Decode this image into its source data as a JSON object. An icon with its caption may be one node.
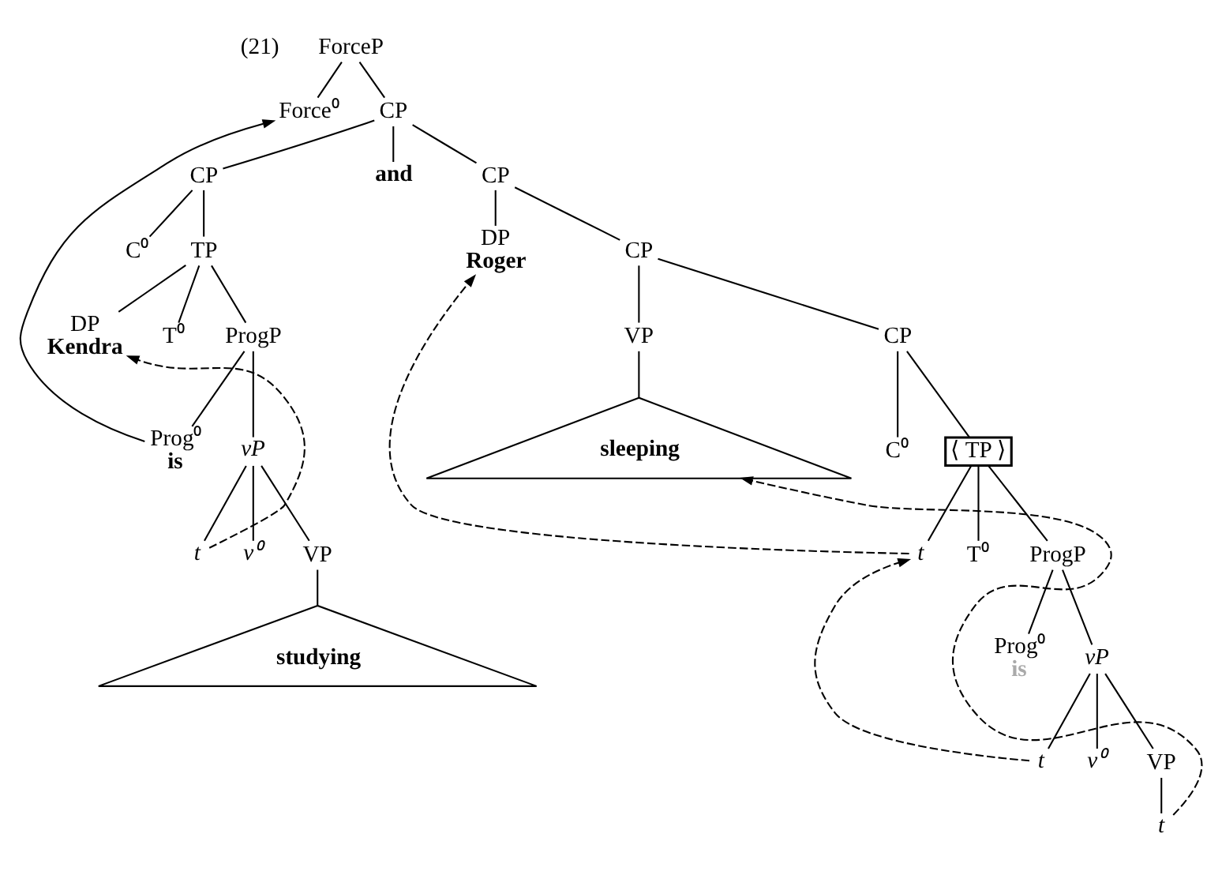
{
  "diagram": {
    "nodes": [
      {
        "text": [
          "ForceP"
        ]
      },
      {
        "text": [
          "Force⁰"
        ]
      },
      {
        "text": [
          "CP"
        ]
      },
      {
        "text": [
          "CP"
        ]
      },
      {
        "text": [
          "and"
        ]
      },
      {
        "text": [
          "CP"
        ]
      },
      {
        "text": [
          "C⁰"
        ]
      },
      {
        "text": [
          "TP"
        ]
      },
      {
        "text": [
          "DP",
          "Kendra"
        ]
      },
      {
        "text": [
          "T⁰"
        ]
      },
      {
        "text": [
          "ProgP"
        ]
      },
      {
        "text": [
          "Prog⁰",
          "is"
        ]
      },
      {
        "text": [
          "vP"
        ]
      },
      {
        "text": [
          "t"
        ]
      },
      {
        "text": [
          "v⁰"
        ]
      },
      {
        "text": [
          "VP"
        ]
      },
      {
        "text": [
          "studying"
        ]
      },
      {
        "text": [
          "DP",
          "Roger"
        ]
      },
      {
        "text": [
          "CP"
        ]
      },
      {
        "text": [
          "VP"
        ]
      },
      {
        "text": [
          "sleeping"
        ]
      },
      {
        "text": [
          "CP"
        ]
      },
      {
        "text": [
          "C⁰"
        ]
      },
      {
        "text": [
          "⟨ TP ⟩"
        ]
      },
      {
        "text": [
          "t"
        ]
      },
      {
        "text": [
          "T⁰"
        ]
      },
      {
        "text": [
          "ProgP"
        ]
      },
      {
        "text": [
          "Prog⁰",
          "is"
        ]
      },
      {
        "text": [
          "vP"
        ]
      },
      {
        "text": [
          "t"
        ]
      },
      {
        "text": [
          "v⁰"
        ]
      },
      {
        "text": [
          "VP"
        ]
      },
      {
        "text": [
          "t"
        ]
      }
    ],
    "edges": [
      {
        "from": 0,
        "to": 1,
        "arrow": "none"
      },
      {
        "from": 0,
        "to": 2,
        "arrow": "none"
      },
      {
        "from": 2,
        "to": 3,
        "arrow": "none"
      },
      {
        "from": 2,
        "to": 4,
        "arrow": "none"
      },
      {
        "from": 2,
        "to": 5,
        "arrow": "none"
      },
      {
        "from": 3,
        "to": 6,
        "arrow": "none"
      },
      {
        "from": 3,
        "to": 7,
        "arrow": "none"
      },
      {
        "from": 7,
        "to": 8,
        "arrow": "none"
      },
      {
        "from": 7,
        "to": 9,
        "arrow": "none"
      },
      {
        "from": 7,
        "to": 10,
        "arrow": "none"
      },
      {
        "from": 10,
        "to": 11,
        "arrow": "none"
      },
      {
        "from": 10,
        "to": 12,
        "arrow": "none"
      },
      {
        "from": 12,
        "to": 13,
        "arrow": "none"
      },
      {
        "from": 12,
        "to": 14,
        "arrow": "none"
      },
      {
        "from": 12,
        "to": 15,
        "arrow": "none"
      },
      {
        "from": 15,
        "to": 16,
        "arrow": "none"
      },
      {
        "from": 5,
        "to": 17,
        "arrow": "none"
      },
      {
        "from": 5,
        "to": 18,
        "arrow": "none"
      },
      {
        "from": 18,
        "to": 19,
        "arrow": "none"
      },
      {
        "from": 18,
        "to": 21,
        "arrow": "none"
      },
      {
        "from": 19,
        "to": 20,
        "arrow": "none"
      },
      {
        "from": 21,
        "to": 22,
        "arrow": "none"
      },
      {
        "from": 21,
        "to": 23,
        "arrow": "none"
      },
      {
        "from": 23,
        "to": 24,
        "arrow": "none"
      },
      {
        "from": 23,
        "to": 25,
        "arrow": "none"
      },
      {
        "from": 23,
        "to": 26,
        "arrow": "none"
      },
      {
        "from": 26,
        "to": 27,
        "arrow": "none"
      },
      {
        "from": 26,
        "to": 28,
        "arrow": "none"
      },
      {
        "from": 28,
        "to": 29,
        "arrow": "none"
      },
      {
        "from": 28,
        "to": 30,
        "arrow": "none"
      },
      {
        "from": 28,
        "to": 31,
        "arrow": "none"
      },
      {
        "from": 31,
        "to": 32,
        "arrow": "none"
      },
      {
        "from": 11,
        "to": 1,
        "arrow": "to"
      },
      {
        "from": 13,
        "to": 8,
        "arrow": "to",
        "style": "dashed"
      },
      {
        "from": 24,
        "to": 17,
        "arrow": "to",
        "style": "dashed"
      },
      {
        "from": 29,
        "to": 24,
        "arrow": "to",
        "style": "dashed"
      },
      {
        "from": 32,
        "to": 20,
        "arrow": "to",
        "style": "dashed"
      }
    ],
    "labels": [
      "(21)"
    ]
  }
}
